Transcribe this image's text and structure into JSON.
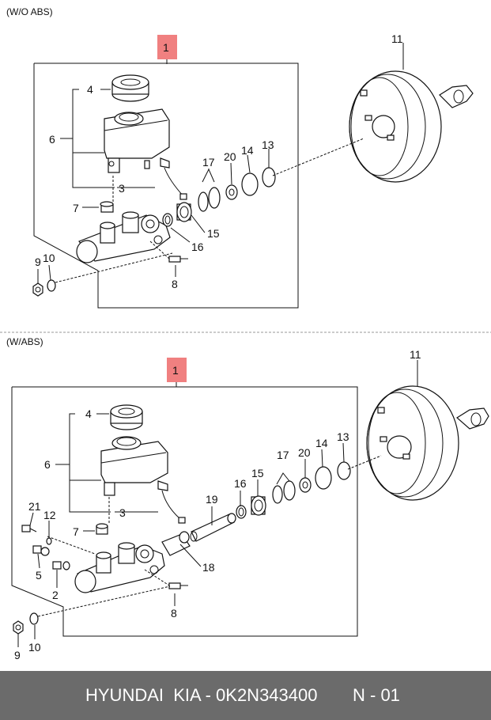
{
  "sections": {
    "top": {
      "variant": "(W/O ABS)",
      "assembly": "1",
      "labels": {
        "p4": "4",
        "p6": "6",
        "p3": "3",
        "p7": "7",
        "p9": "9",
        "p10": "10",
        "p8": "8",
        "p16": "16",
        "p15": "15",
        "p17": "17",
        "p20": "20",
        "p14": "14",
        "p13": "13",
        "p11": "11"
      }
    },
    "bottom": {
      "variant": "(W/ABS)",
      "assembly": "1",
      "labels": {
        "p4": "4",
        "p6": "6",
        "p3": "3",
        "p21": "21",
        "p12": "12",
        "p7": "7",
        "p5": "5",
        "p2": "2",
        "p9": "9",
        "p10": "10",
        "p8": "8",
        "p18": "18",
        "p19": "19",
        "p16": "16",
        "p15": "15",
        "p17": "17",
        "p20": "20",
        "p14": "14",
        "p13": "13",
        "p11": "11"
      }
    }
  },
  "footer": {
    "brand": "HYUNDAI  KIA - 0K2N343400",
    "page": "N - 01"
  },
  "colors": {
    "assembly_badge": "#f08080",
    "footer_bg": "#6b6b6b",
    "divider": "#999999"
  }
}
